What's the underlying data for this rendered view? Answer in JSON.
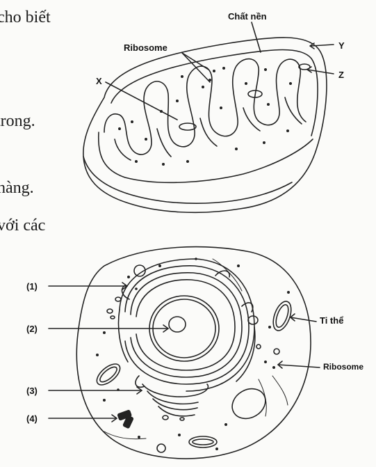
{
  "text_fragments": {
    "line1": "cho biết",
    "line2": "trong.",
    "line3": "hàng.",
    "line4": "với các"
  },
  "mitochondrion": {
    "labels": {
      "matrix": "Chất nền",
      "ribosome": "Ribosome",
      "x": "X",
      "y": "Y",
      "z": "Z"
    }
  },
  "cell": {
    "labels": {
      "part1": "(1)",
      "part2": "(2)",
      "part3": "(3)",
      "part4": "(4)",
      "mitochondria": "Ti thể",
      "ribosome": "Ribosome"
    }
  }
}
